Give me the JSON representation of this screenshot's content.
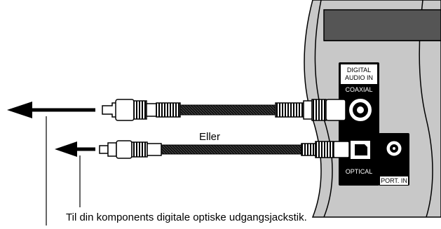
{
  "panel": {
    "digital_audio_in_line1": "DIGITAL",
    "digital_audio_in_line2": "AUDIO IN",
    "coaxial_label": "COAXIAL",
    "optical_label": "OPTICAL",
    "port_in_label": "PORT. IN"
  },
  "diagram": {
    "or_label": "Eller",
    "caption": "Til din komponents digitale optiske udgangsjackstik."
  }
}
